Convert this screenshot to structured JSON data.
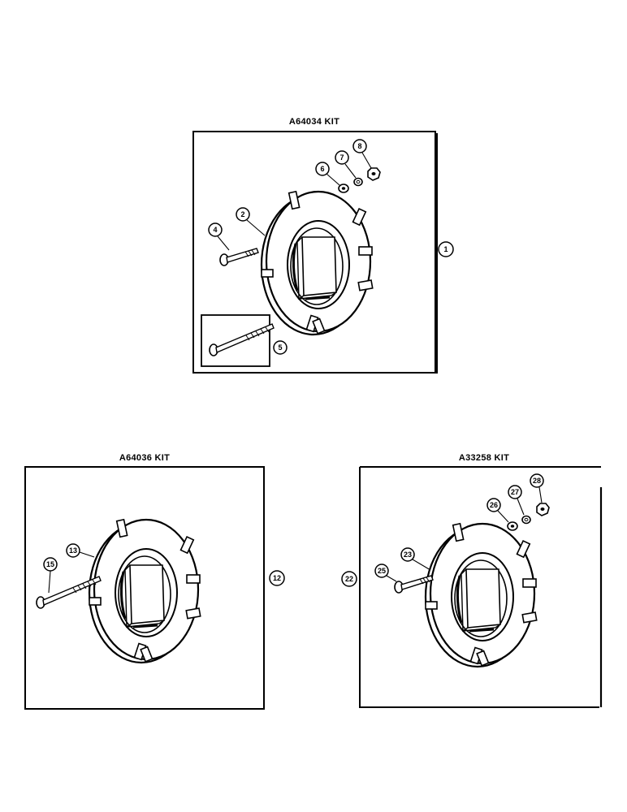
{
  "kits": [
    {
      "title": "A64034 KIT",
      "kit_callout": "1",
      "weight_callout": "2",
      "bolt_callout": "4",
      "alt_bolt_callout": "5",
      "washer_callout": "6",
      "lock_washer_callout": "7",
      "nut_callout": "8"
    },
    {
      "title": "A64036 KIT",
      "kit_callout": "12",
      "weight_callout": "13",
      "bolt_callout": "15"
    },
    {
      "title": "A33258 KIT",
      "kit_callout": "22",
      "weight_callout": "23",
      "bolt_callout": "25",
      "washer_callout": "26",
      "lock_washer_callout": "27",
      "nut_callout": "28"
    }
  ]
}
